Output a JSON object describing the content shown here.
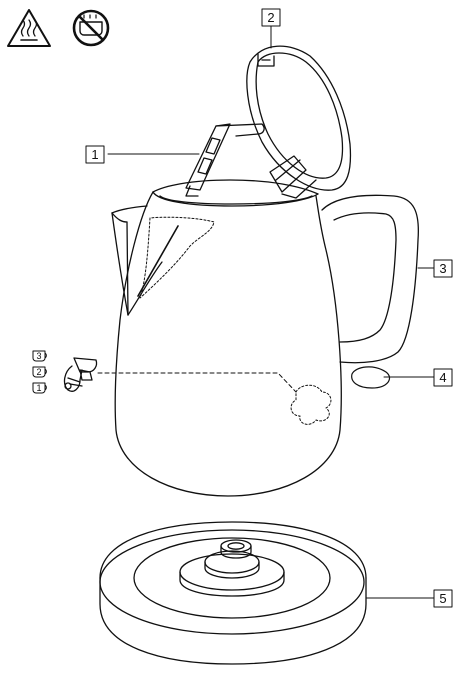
{
  "callouts": [
    {
      "id": "lid",
      "label": "2"
    },
    {
      "id": "filter",
      "label": "1"
    },
    {
      "id": "handle",
      "label": "3"
    },
    {
      "id": "selector",
      "label": "4"
    },
    {
      "id": "base",
      "label": "5"
    }
  ],
  "warning_icons": [
    "hot-surface-icon",
    "no-immersion-icon"
  ],
  "cup_levels": [
    "3",
    "2",
    "1"
  ],
  "colors": {
    "line": "#111111",
    "background": "#ffffff"
  }
}
